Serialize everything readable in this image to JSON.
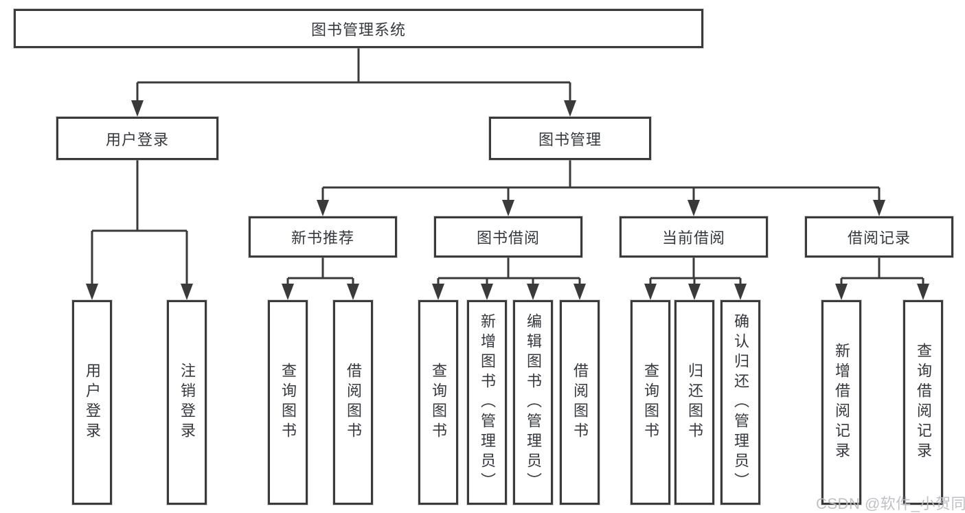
{
  "title": "图书管理系统",
  "tree": {
    "root": "图书管理系统",
    "children": [
      {
        "label": "用户登录",
        "children": [
          "用户登录",
          "注销登录"
        ]
      },
      {
        "label": "图书管理",
        "children": [
          {
            "label": "新书推荐",
            "children": [
              "查询图书",
              "借阅图书"
            ]
          },
          {
            "label": "图书借阅",
            "children": [
              "查询图书",
              "新增图书（管理员）",
              "编辑图书（管理员）",
              "借阅图书"
            ]
          },
          {
            "label": "当前借阅",
            "children": [
              "查询图书",
              "归还图书",
              "确认归还（管理员）"
            ]
          },
          {
            "label": "借阅记录",
            "children": [
              "新增借阅记录",
              "查询借阅记录"
            ]
          }
        ]
      }
    ]
  },
  "watermark": "CSDN @软件_小贺同学",
  "colors": {
    "line": "#3a3a3a",
    "box_border": "#3a3a3a",
    "box_fill": "#ffffff",
    "text": "#35383d",
    "watermark": "#babcc0",
    "background": "#ffffff"
  }
}
